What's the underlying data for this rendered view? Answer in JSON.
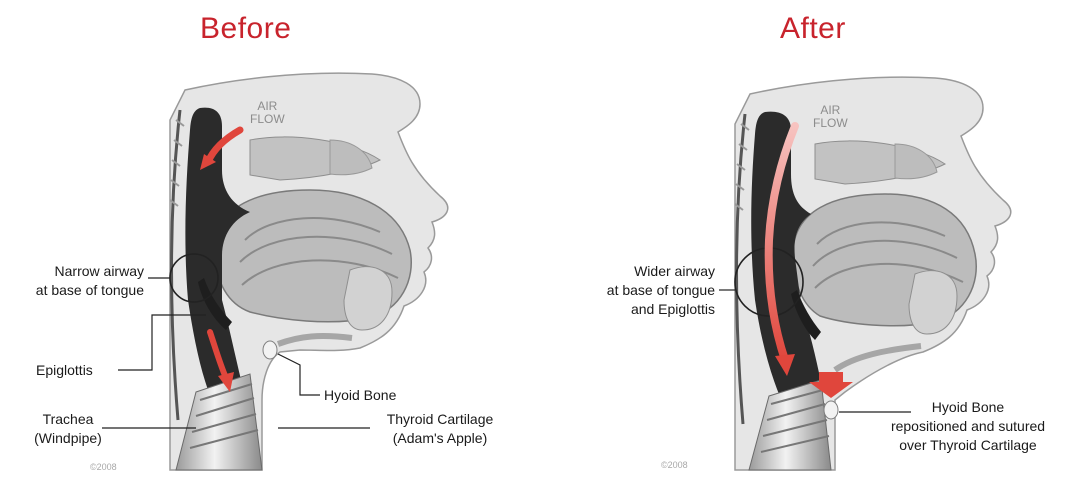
{
  "panels": {
    "before": {
      "heading": "Before",
      "airflow": {
        "line1": "AIR",
        "line2": "FLOW"
      },
      "labels": {
        "airway_line1": "Narrow airway",
        "airway_line2": "at base of tongue",
        "epiglottis": "Epiglottis",
        "hyoid": "Hyoid Bone",
        "trachea_line1": "Trachea",
        "trachea_line2": "(Windpipe)",
        "thyroid_line1": "Thyroid Cartilage",
        "thyroid_line2": "(Adam's Apple)"
      },
      "copyright": "©2008"
    },
    "after": {
      "heading": "After",
      "airflow": {
        "line1": "AIR",
        "line2": "FLOW"
      },
      "labels": {
        "airway_line1": "Wider airway",
        "airway_line2": "at base of tongue",
        "airway_line3": "and Epiglottis",
        "hyoid_line1": "Hyoid Bone",
        "hyoid_line2": "repositioned and sutured",
        "hyoid_line3": "over Thyroid Cartilage"
      },
      "copyright": "©2008"
    }
  },
  "colors": {
    "heading": "#c8232c",
    "arrow": "#e0463c",
    "airway": "#2b2b2b",
    "tissue": "#d6d6d6",
    "skin": "#e6e6e6"
  }
}
